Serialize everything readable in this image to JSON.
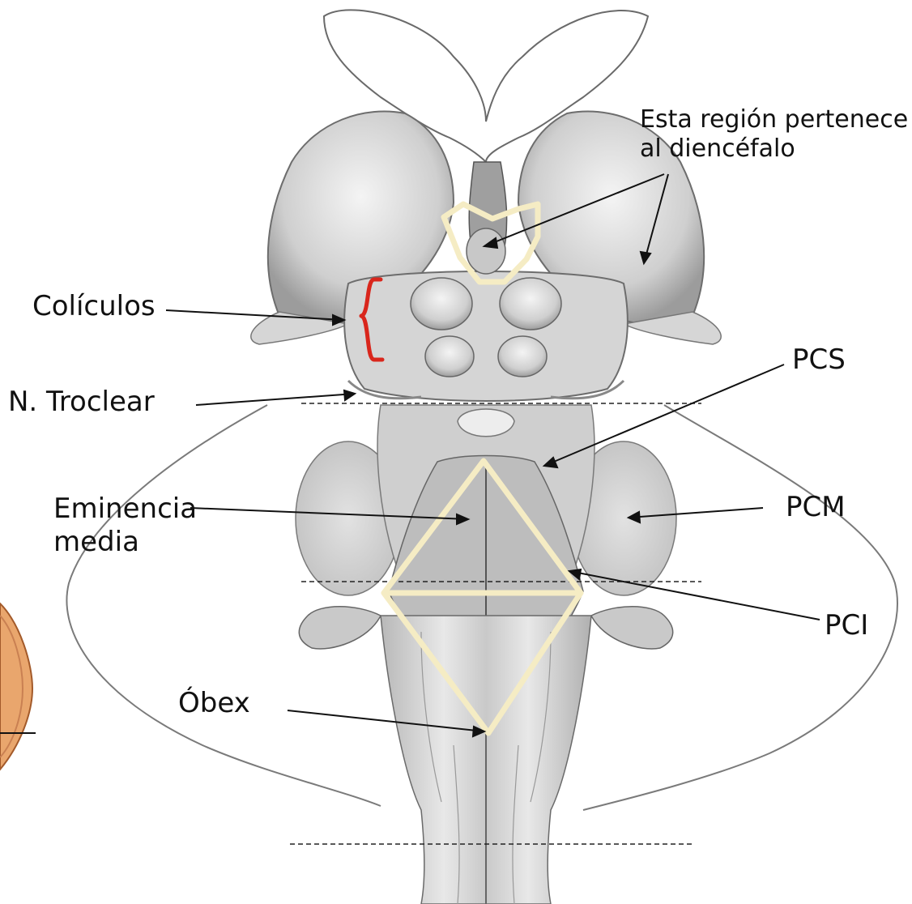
{
  "labels": {
    "diencefalo_line1": "Esta región pertenece",
    "diencefalo_line2": "al diencéfalo",
    "coliculos": "Colículos",
    "troclear": "N. Troclear",
    "pcs": "PCS",
    "eminencia_line1": "Eminencia",
    "eminencia_line2": "media",
    "pcm": "PCM",
    "pci": "PCI",
    "obex": "Óbex"
  },
  "colors": {
    "outline_highlight": "#f5ecc4",
    "bracket": "#d9261c",
    "anatomy_fill": "#e6e6e6",
    "anatomy_shade": "#a9a9a9",
    "line": "#111111"
  }
}
